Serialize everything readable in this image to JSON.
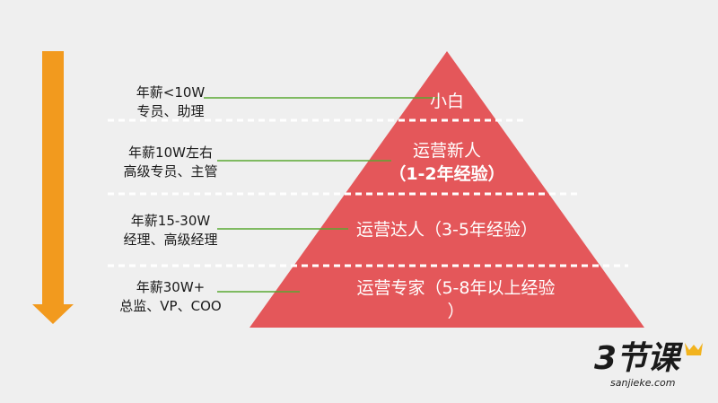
{
  "tiers": [
    {
      "title": "小白",
      "detail": ""
    },
    {
      "title": "运营新人",
      "detail": "（1-2年经验）"
    },
    {
      "title": "运营达人（3-5年经验）",
      "detail": ""
    },
    {
      "title": "运营专家（5-8年以上经验",
      "detail": "）"
    }
  ],
  "salaries": [
    {
      "line1": "年薪<10W",
      "line2": "专员、助理"
    },
    {
      "line1": "年薪10W左右",
      "line2": "高级专员、主管"
    },
    {
      "line1": "年薪15-30W",
      "line2": "经理、高级经理"
    },
    {
      "line1": "年薪30W+",
      "line2": "总监、VP、COO"
    }
  ],
  "logo": {
    "main": "3节课",
    "sub": "sanjieke.com"
  },
  "colors": {
    "pyramid": "#e4575a",
    "arrow": "#f29a1e",
    "connector": "#5aa832",
    "background": "#efefef"
  }
}
